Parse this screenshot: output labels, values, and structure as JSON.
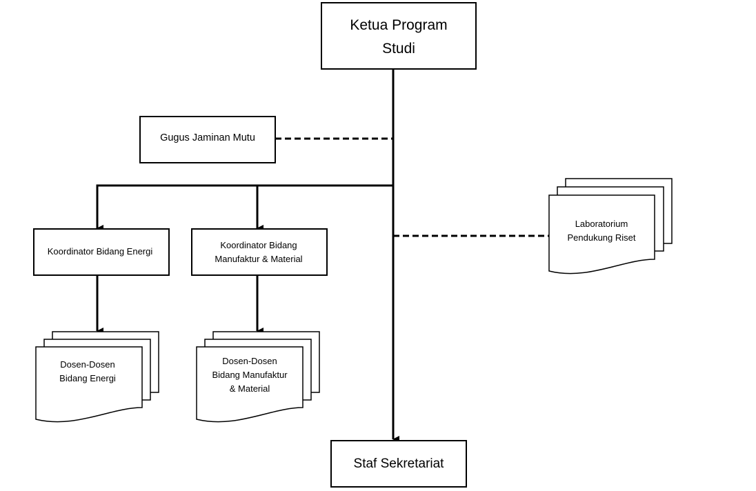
{
  "nodes": {
    "ketua": {
      "lines": [
        "Ketua Program",
        "Studi"
      ]
    },
    "gugus": {
      "lines": [
        "Gugus Jaminan Mutu"
      ]
    },
    "koord_energi": {
      "lines": [
        "Koordinator Bidang Energi"
      ]
    },
    "koord_manufaktur": {
      "lines": [
        "Koordinator Bidang",
        "Manufaktur & Material"
      ]
    },
    "dosen_energi": {
      "lines": [
        "Dosen-Dosen",
        "Bidang Energi"
      ]
    },
    "dosen_manufaktur": {
      "lines": [
        "Dosen-Dosen",
        "Bidang Manufaktur",
        "& Material"
      ]
    },
    "laboratorium": {
      "lines": [
        "Laboratorium",
        "Pendukung Riset"
      ]
    },
    "staf": {
      "lines": [
        "Staf Sekretariat"
      ]
    }
  },
  "colors": {
    "stroke": "#000000",
    "fill": "#ffffff"
  }
}
